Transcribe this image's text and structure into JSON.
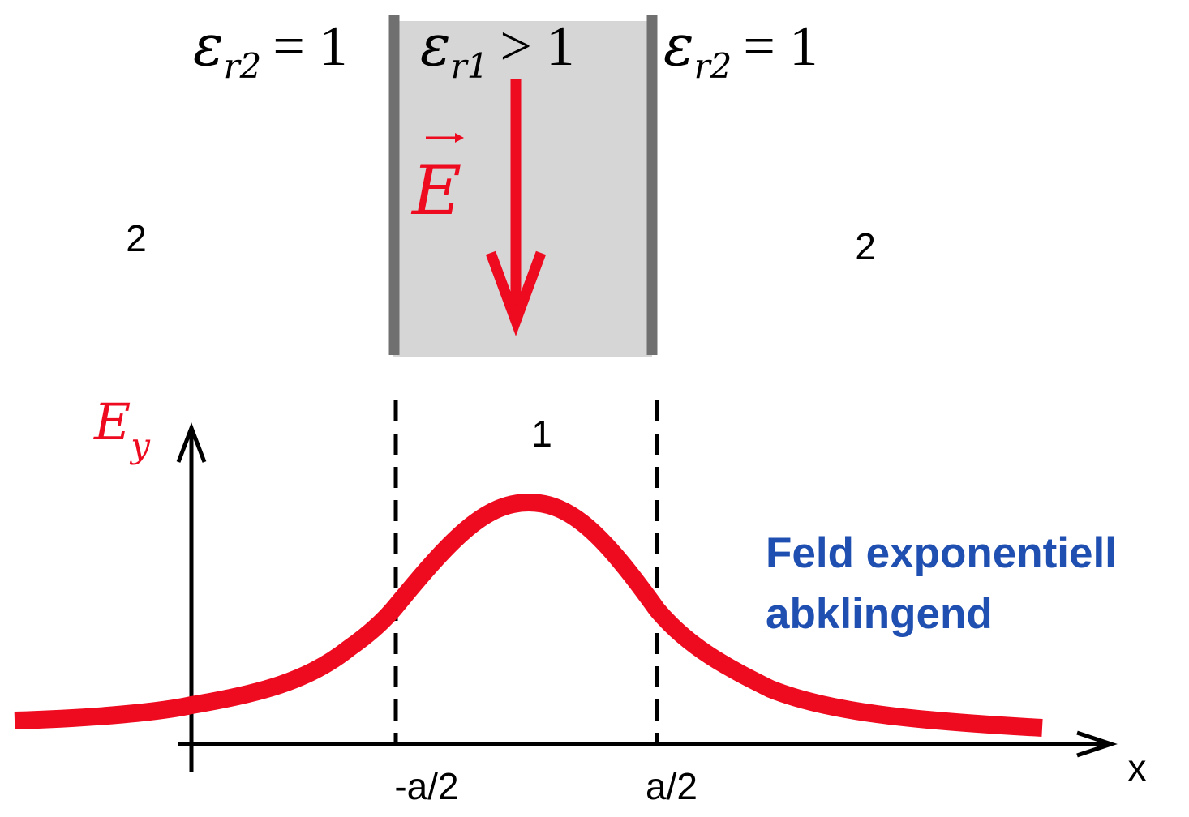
{
  "colors": {
    "field": "#ee0a1f",
    "slab_fill": "#d6d6d6",
    "slab_wall": "#707070",
    "axis": "#000000",
    "note": "#1f4fb0"
  },
  "labels": {
    "eps_left_sym": "ε",
    "eps_left_sub": "r2",
    "eps_left_rel": "= 1",
    "eps_mid_sym": "ε",
    "eps_mid_sub": "r1",
    "eps_mid_rel": "> 1",
    "eps_right_sym": "ε",
    "eps_right_sub": "r2",
    "eps_right_rel": "= 1",
    "e_vector": "E",
    "region_left": "2",
    "region_right": "2",
    "region_center": "1",
    "y_axis_sym": "E",
    "y_axis_sub": "y",
    "x_axis": "x",
    "tick_left": "-a/2",
    "tick_right": "a/2",
    "note_line1": "Feld exponentiell",
    "note_line2": "abklingend"
  }
}
